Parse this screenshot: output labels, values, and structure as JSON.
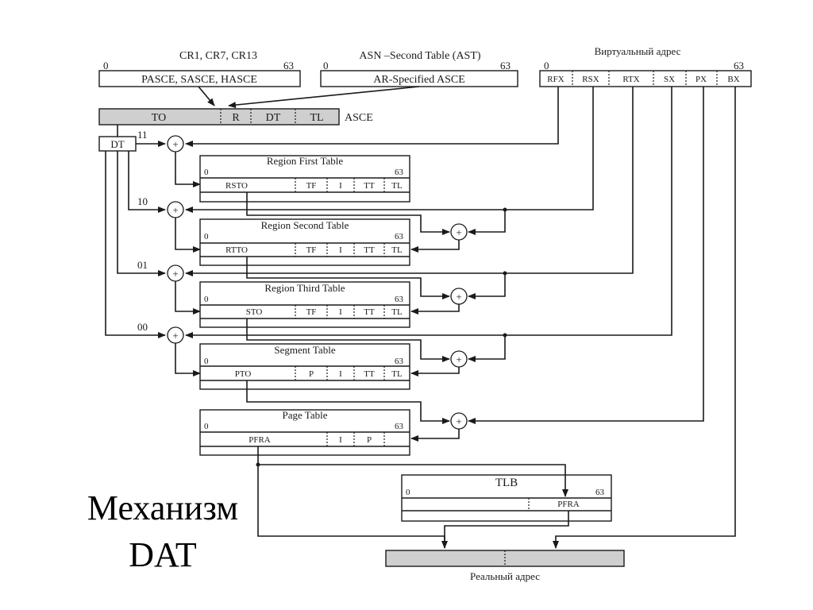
{
  "slide_title": {
    "line1": "Механизм",
    "line2": "DAT"
  },
  "registers": {
    "cr_label": "CR1, CR7, CR13",
    "asn_label": "ASN –Second Table (AST)",
    "cr_box": "PASCE, SASCE, HASCE",
    "asn_box": "AR-Specified ASCE",
    "bit_start": "0",
    "bit_end": "63"
  },
  "virtual_address": {
    "title": "Виртуальный адрес",
    "bit_start": "0",
    "bit_end": "63",
    "fields": [
      "RFX",
      "RSX",
      "RTX",
      "SX",
      "PX",
      "BX"
    ]
  },
  "asce": {
    "fields": [
      "TO",
      "R",
      "DT",
      "TL"
    ],
    "label": "ASCE",
    "dt_label": "DT"
  },
  "dt_codes": [
    "11",
    "10",
    "01",
    "00"
  ],
  "adder_symbol": "+",
  "tables": [
    {
      "title": "Region First Table",
      "bit_start": "0",
      "bit_end": "63",
      "fields": [
        "RSTO",
        "TF",
        "I",
        "TT",
        "TL"
      ]
    },
    {
      "title": "Region Second Table",
      "bit_start": "0",
      "bit_end": "63",
      "fields": [
        "RTTO",
        "TF",
        "I",
        "TT",
        "TL"
      ]
    },
    {
      "title": "Region Third Table",
      "bit_start": "0",
      "bit_end": "63",
      "fields": [
        "STO",
        "TF",
        "I",
        "TT",
        "TL"
      ]
    },
    {
      "title": "Segment Table",
      "bit_start": "0",
      "bit_end": "63",
      "fields": [
        "PTO",
        "P",
        "I",
        "TT",
        "TL"
      ]
    },
    {
      "title": "Page Table",
      "bit_start": "0",
      "bit_end": "63",
      "fields": [
        "PFRA",
        "I",
        "P"
      ]
    }
  ],
  "tlb": {
    "title": "TLB",
    "bit_start": "0",
    "bit_end": "63",
    "field": "PFRA"
  },
  "real_address": {
    "label": "Реальный адрес"
  },
  "colors": {
    "line": "#1a1a1a",
    "gray_fill": "#cfcfcf",
    "background": "#ffffff"
  }
}
